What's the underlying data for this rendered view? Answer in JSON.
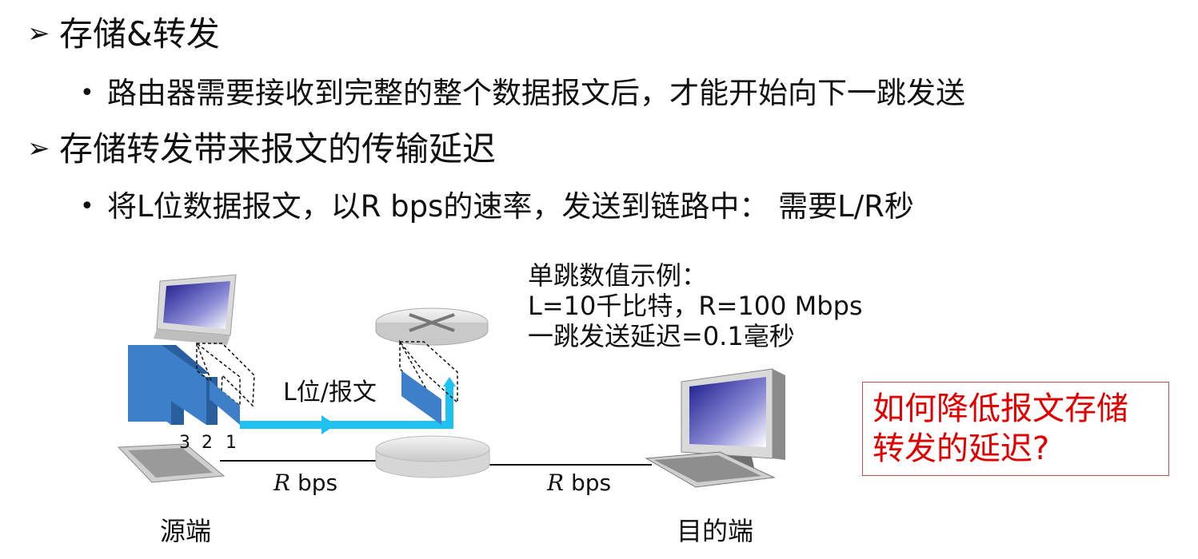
{
  "bullets": [
    {
      "marker": "➢",
      "text": "存储&转发"
    },
    {
      "marker": "•",
      "text": "路由器需要接收到完整的整个数据报文后，才能开始向下一跳发送"
    },
    {
      "marker": "➢",
      "text": "存储转发带来报文的传输延迟"
    },
    {
      "marker": "•",
      "text": "将L位数据报文，以R bps的速率，发送到链路中： 需要L/R秒"
    }
  ],
  "example": {
    "line1": "单跳数值示例：",
    "line2": "L=10千比特，R=100 Mbps",
    "line3": "一跳发送延迟=0.1毫秒"
  },
  "question": {
    "line1": "如何降低报文存储",
    "line2": "转发的延迟?"
  },
  "diagram": {
    "packet_label": "L位/报文",
    "packet_numbers": [
      "3",
      "2",
      "1"
    ],
    "link1_rate_var": "R",
    "link1_rate_unit": " bps",
    "link2_rate_var": "R",
    "link2_rate_unit": " bps",
    "source_label": "源端",
    "dest_label": "目的端"
  },
  "colors": {
    "packet": "#3d7fc8",
    "packet_dark": "#2a5f9e",
    "flow": "#1fc1f0",
    "question": "#e00000",
    "question_border": "#c0504d"
  }
}
